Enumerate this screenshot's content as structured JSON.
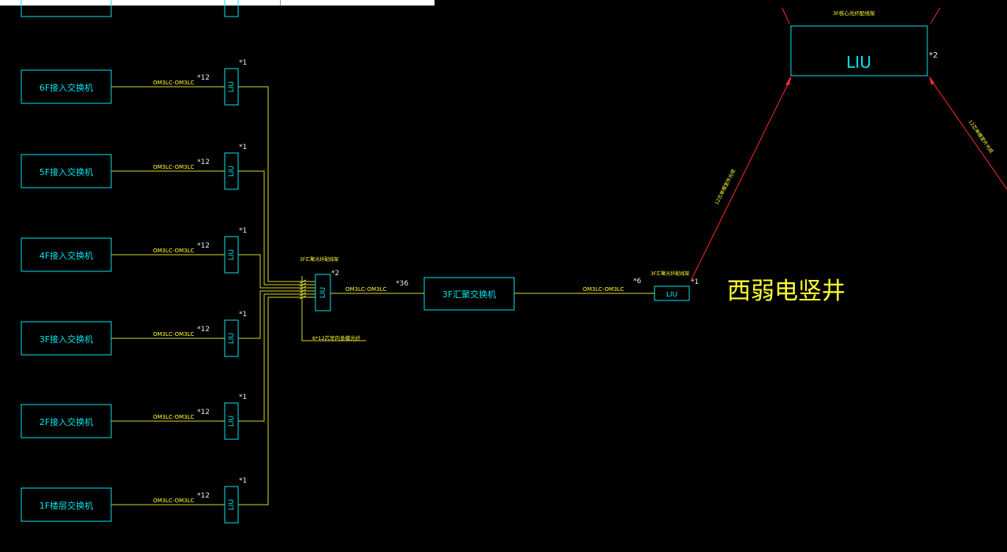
{
  "colors": {
    "background": "#000000",
    "equipment": "#00e5ee",
    "fiber": "#d9d92a",
    "annotation": "#ffff33",
    "riser": "#ff2a2a"
  },
  "floor_switches": [
    {
      "label": "6F接入交换机",
      "cable": "OM3LC-OM3LC",
      "count": "*12",
      "liu": "LIU",
      "liu_count": "*1"
    },
    {
      "label": "5F接入交换机",
      "cable": "OM3LC-OM3LC",
      "count": "*12",
      "liu": "LIU",
      "liu_count": "*1"
    },
    {
      "label": "4F接入交换机",
      "cable": "OM3LC-OM3LC",
      "count": "*12",
      "liu": "LIU",
      "liu_count": "*1"
    },
    {
      "label": "3F接入交换机",
      "cable": "OM3LC-OM3LC",
      "count": "*12",
      "liu": "LIU",
      "liu_count": "*1"
    },
    {
      "label": "2F接入交换机",
      "cable": "OM3LC-OM3LC",
      "count": "*12",
      "liu": "LIU",
      "liu_count": "*1"
    },
    {
      "label": "1F楼层交换机",
      "cable": "OM3LC-OM3LC",
      "count": "*12",
      "liu": "LIU",
      "liu_count": "*1"
    }
  ],
  "aggregation": {
    "liu_label": "LIU",
    "liu_count": "*2",
    "liu_caption": "3F汇聚光纤配线架",
    "bundle_note": "6*12芯室内多模光纤",
    "uplink_cable": "OM3LC-OM3LC",
    "uplink_count": "*36",
    "switch_label": "3F汇聚交换机"
  },
  "west_shaft": {
    "cable": "OM3LC-OM3LC",
    "count": "*6",
    "liu_label": "LIU",
    "liu_count": "*1",
    "liu_caption": "3F汇聚光纤配线架",
    "title": "西弱电竖井",
    "riser_note": "12芯单模室外光缆"
  },
  "core": {
    "liu_label": "LIU",
    "liu_count": "*2",
    "caption": "3F核心光纤配线架",
    "riser_note": "12芯单模室外光缆"
  }
}
